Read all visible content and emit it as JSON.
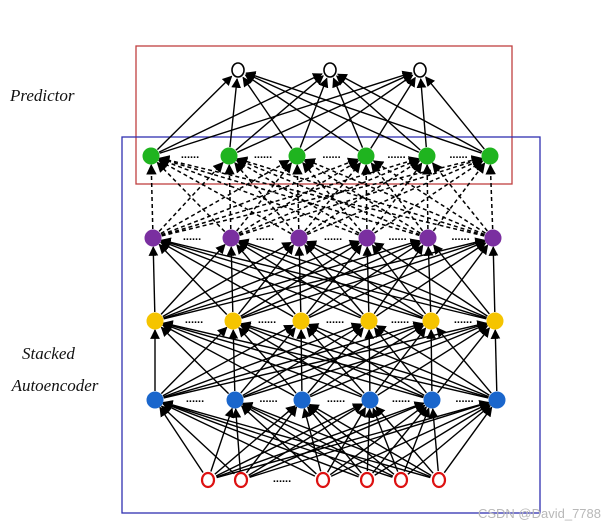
{
  "labels": {
    "predictor": "Predictor",
    "stacked_line1": "Stacked",
    "stacked_line2": "Autoencoder"
  },
  "watermark": "CSDN @David_7788",
  "ellipsis": "......",
  "colors": {
    "predictor_box": "#c04040",
    "autoencoder_box": "#3030b0",
    "output_node": "#ffffff",
    "green_node": "#1fb41f",
    "purple_node": "#7a2fa0",
    "yellow_node": "#f5c400",
    "blue_node": "#1a66cc",
    "input_node": "#dd1111",
    "edge": "#000000"
  },
  "layers": [
    {
      "name": "output",
      "count": 3,
      "style": "hollow-black",
      "fully_connected_to_below": true
    },
    {
      "name": "green",
      "count": 6,
      "style": "filled"
    },
    {
      "name": "purple",
      "count": 6,
      "style": "filled",
      "dashed_to_above": true
    },
    {
      "name": "yellow",
      "count": 6,
      "style": "filled"
    },
    {
      "name": "blue",
      "count": 6,
      "style": "filled"
    },
    {
      "name": "input",
      "count": 6,
      "style": "hollow-red"
    }
  ]
}
